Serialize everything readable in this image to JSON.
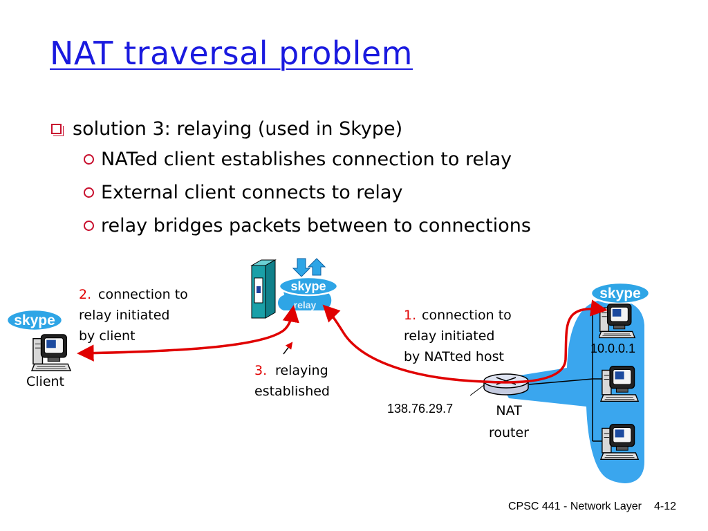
{
  "title": "NAT traversal problem",
  "bullets": {
    "main": "solution 3: relaying (used in Skype)",
    "sub": [
      "NATed client establishes connection to relay",
      "External client connects to relay",
      "relay bridges packets between to connections"
    ]
  },
  "diagram": {
    "logos": {
      "skype": "skype",
      "relay": "relay"
    },
    "labels": {
      "client": "Client",
      "step2_num": "2.",
      "step2_line1": "connection to",
      "step2_line2": "relay initiated",
      "step2_line3": "by client",
      "step3_num": "3.",
      "step3_line1": "relaying",
      "step3_line2": "established",
      "step1_num": "1.",
      "step1_line1": "connection to",
      "step1_line2": "relay initiated",
      "step1_line3": "by NATted host",
      "nat_ip": "138.76.29.7",
      "nat_line1": "NAT",
      "nat_line2": "router",
      "host_ip": "10.0.0.1"
    },
    "colors": {
      "connection": "#e00000",
      "step_number": "#e00000",
      "lan": "#3aa6ee",
      "skype": "#2ea5e6",
      "server": "#1aa0a8"
    }
  },
  "footer": {
    "course": "CPSC 441 - Network Layer",
    "page": "4-12"
  }
}
